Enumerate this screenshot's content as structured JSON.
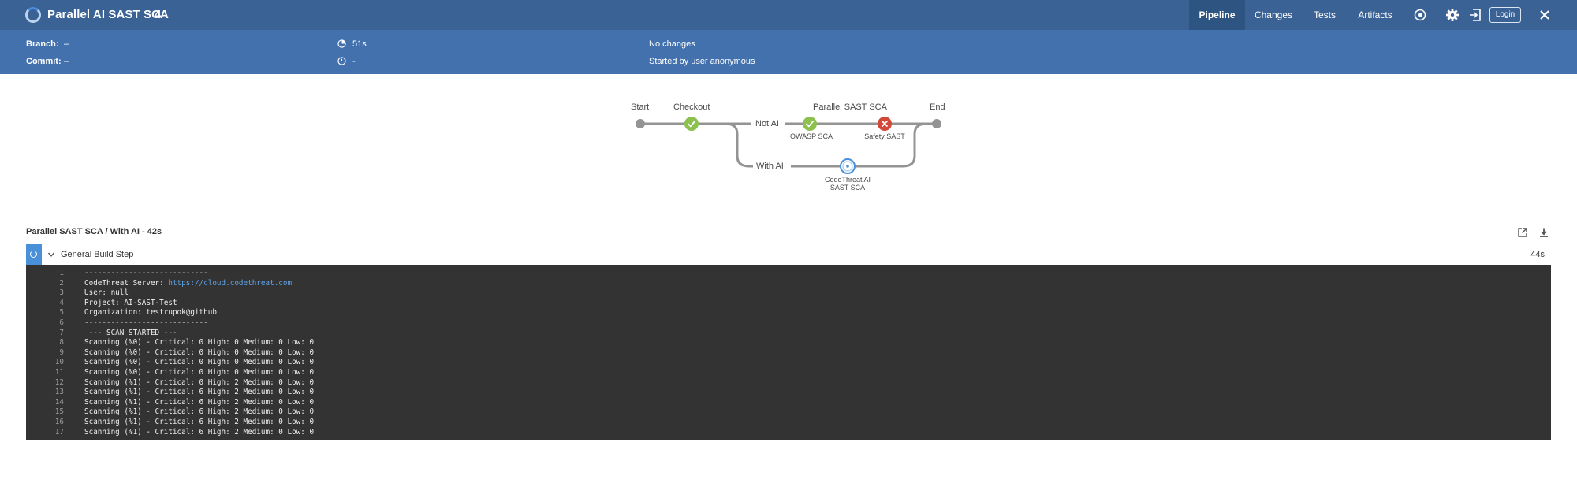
{
  "header": {
    "title": "Parallel AI SAST SCA",
    "run_number": "4",
    "tabs": [
      {
        "label": "Pipeline",
        "active": true
      },
      {
        "label": "Changes",
        "active": false
      },
      {
        "label": "Tests",
        "active": false
      },
      {
        "label": "Artifacts",
        "active": false
      }
    ],
    "login_label": "Login",
    "colors": {
      "header_bg": "#3a6294",
      "subheader_bg": "#4271ae"
    }
  },
  "summary": {
    "branch_label": "Branch:",
    "branch_value": "–",
    "commit_label": "Commit:",
    "commit_value": "–",
    "duration": "51s",
    "started_time": "-",
    "changes": "No changes",
    "started_by": "Started by user anonymous"
  },
  "pipeline": {
    "start_label": "Start",
    "checkout_label": "Checkout",
    "parallel_label": "Parallel SAST SCA",
    "end_label": "End",
    "branch_not_ai": "Not AI",
    "branch_with_ai": "With AI",
    "stage_owasp": "OWASP SCA",
    "stage_safety": "Safety SAST",
    "stage_codethreat_line1": "CodeThreat AI",
    "stage_codethreat_line2": "SAST SCA",
    "status_colors": {
      "success": "#8cc04f",
      "failed": "#d24939",
      "running": "#4a90d9"
    }
  },
  "log": {
    "title": "Parallel SAST SCA / With AI - 42s",
    "step_name": "General Build Step",
    "step_duration": "44s",
    "lines": [
      {
        "n": "1",
        "text": "----------------------------",
        "link": ""
      },
      {
        "n": "2",
        "text": "CodeThreat Server: ",
        "link": "https://cloud.codethreat.com"
      },
      {
        "n": "3",
        "text": "User: null",
        "link": ""
      },
      {
        "n": "4",
        "text": "Project: AI-SAST-Test",
        "link": ""
      },
      {
        "n": "5",
        "text": "Organization: testrupok@github",
        "link": ""
      },
      {
        "n": "6",
        "text": "----------------------------",
        "link": ""
      },
      {
        "n": "7",
        "text": " --- SCAN STARTED ---",
        "link": ""
      },
      {
        "n": "8",
        "text": "Scanning (%0) - Critical: 0 High: 0 Medium: 0 Low: 0",
        "link": ""
      },
      {
        "n": "9",
        "text": "Scanning (%0) - Critical: 0 High: 0 Medium: 0 Low: 0",
        "link": ""
      },
      {
        "n": "10",
        "text": "Scanning (%0) - Critical: 0 High: 0 Medium: 0 Low: 0",
        "link": ""
      },
      {
        "n": "11",
        "text": "Scanning (%0) - Critical: 0 High: 0 Medium: 0 Low: 0",
        "link": ""
      },
      {
        "n": "12",
        "text": "Scanning (%1) - Critical: 0 High: 2 Medium: 0 Low: 0",
        "link": ""
      },
      {
        "n": "13",
        "text": "Scanning (%1) - Critical: 6 High: 2 Medium: 0 Low: 0",
        "link": ""
      },
      {
        "n": "14",
        "text": "Scanning (%1) - Critical: 6 High: 2 Medium: 0 Low: 0",
        "link": ""
      },
      {
        "n": "15",
        "text": "Scanning (%1) - Critical: 6 High: 2 Medium: 0 Low: 0",
        "link": ""
      },
      {
        "n": "16",
        "text": "Scanning (%1) - Critical: 6 High: 2 Medium: 0 Low: 0",
        "link": ""
      },
      {
        "n": "17",
        "text": "Scanning (%1) - Critical: 6 High: 2 Medium: 0 Low: 0",
        "link": ""
      }
    ]
  }
}
